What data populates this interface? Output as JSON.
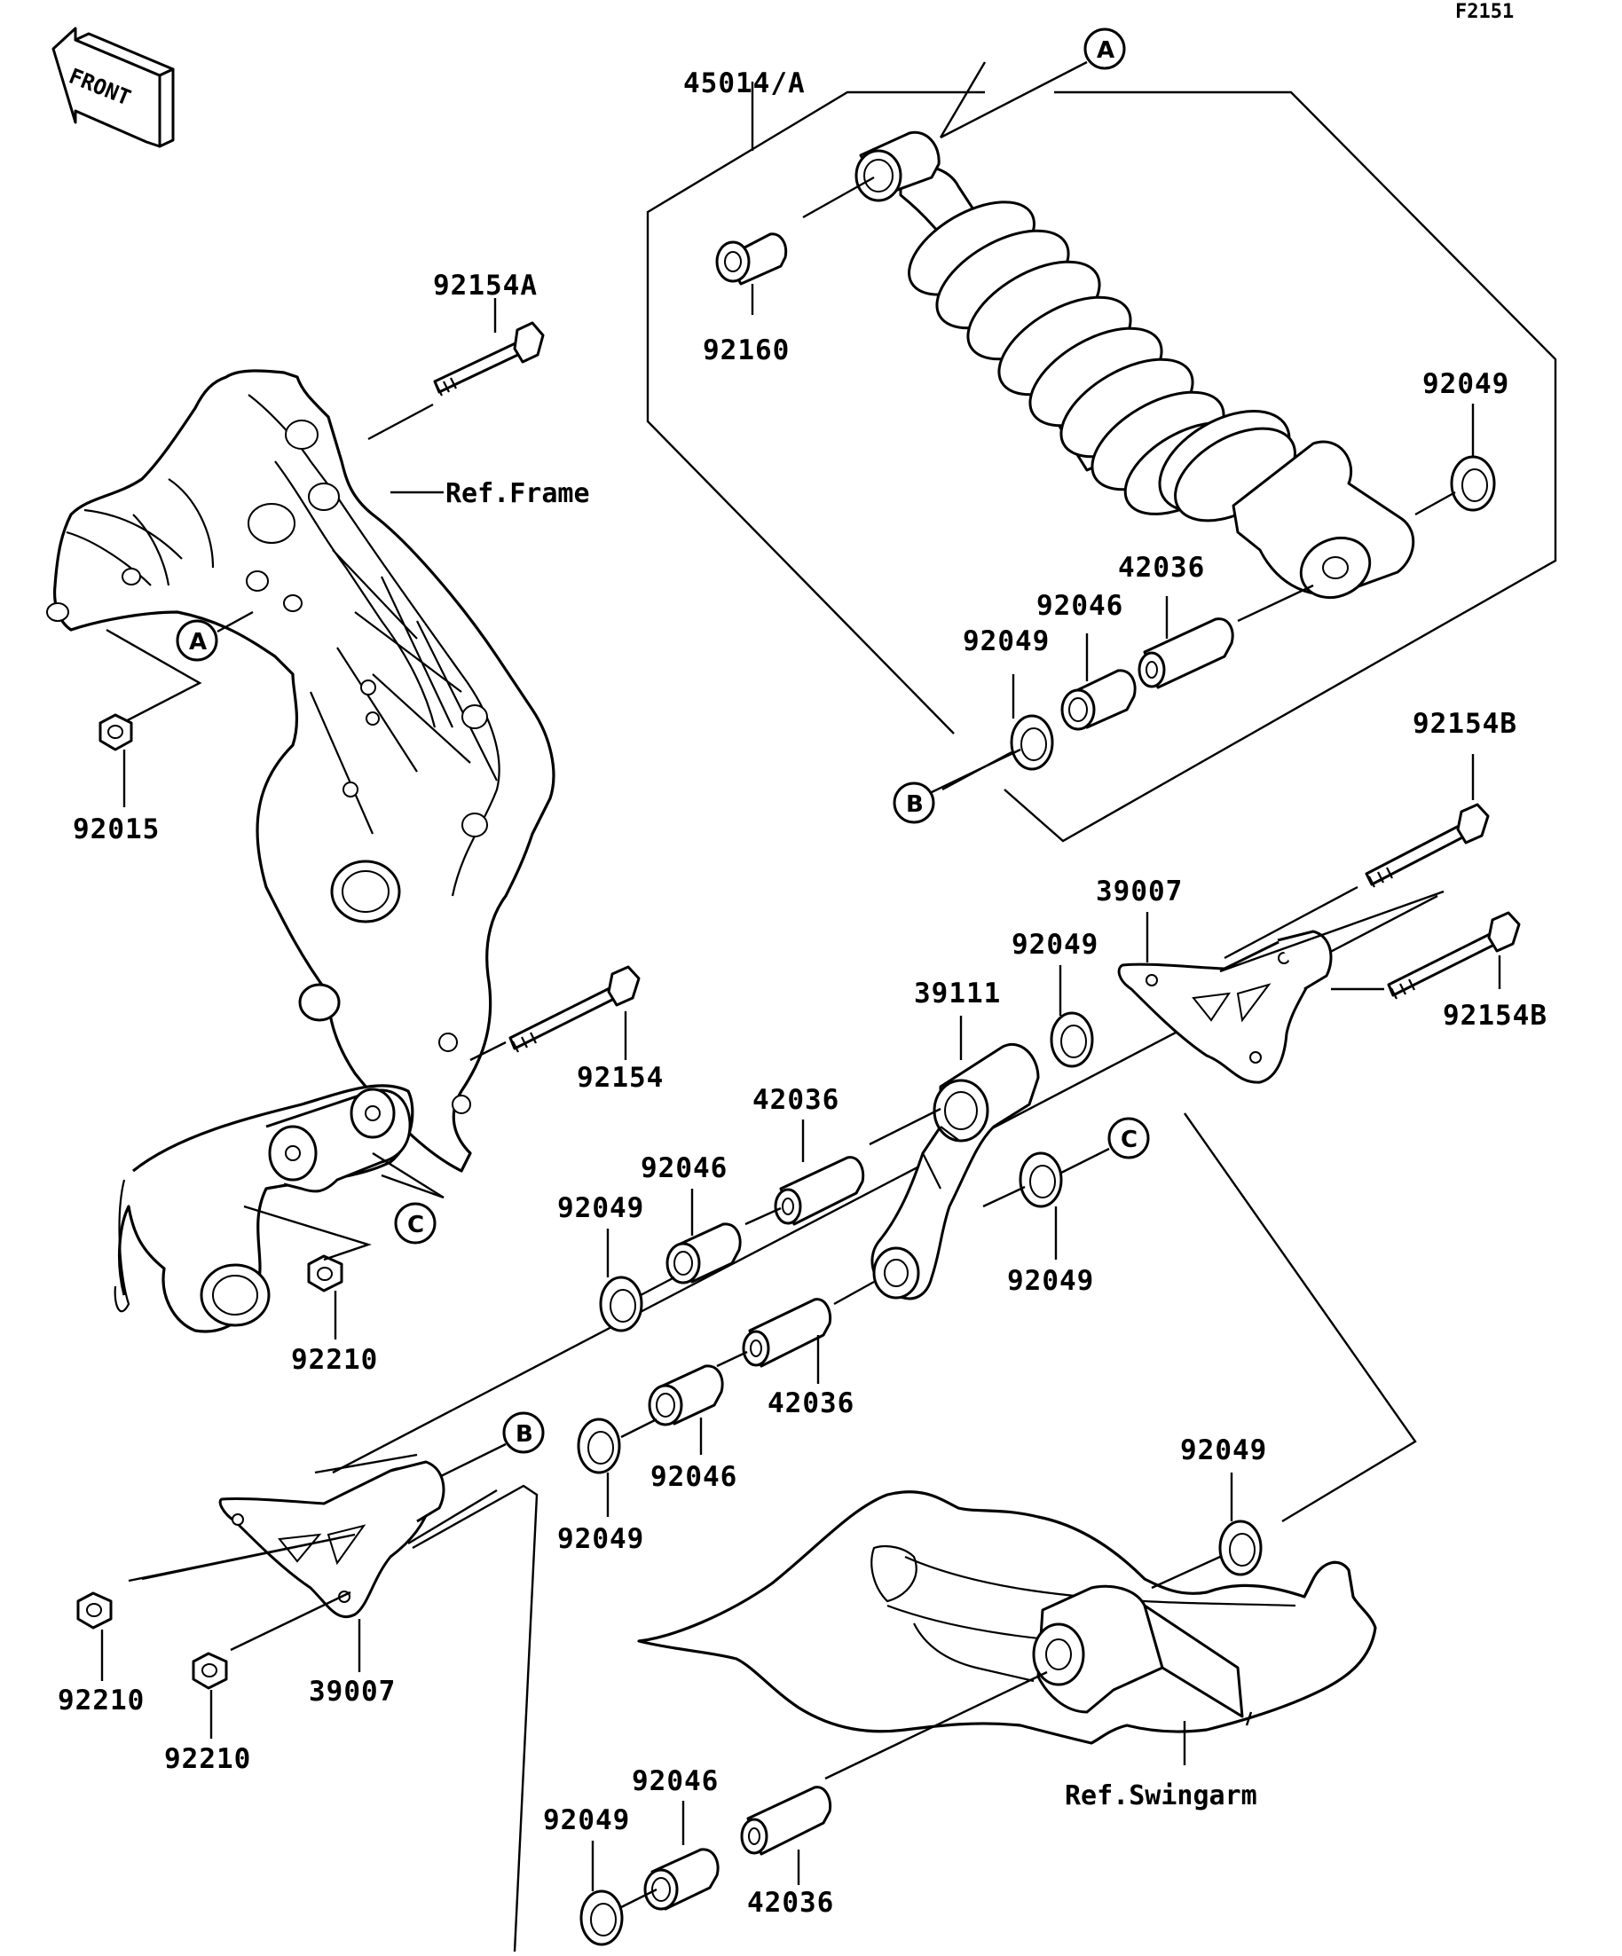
{
  "figure_code": "F2151",
  "front_marker": "FRONT",
  "refs": {
    "frame": "Ref.Frame",
    "swingarm": "Ref.Swingarm"
  },
  "callouts": {
    "a": "A",
    "b": "B",
    "c": "C"
  },
  "parts": {
    "shock_assembly": "45014/A",
    "bolt_a": "92154A",
    "bolt": "92154",
    "bolt_b": "92154B",
    "nut": "92015",
    "collar_92160": "92160",
    "nut_92210": "92210",
    "oil_seal": "92049",
    "bearing": "92046",
    "sleeve": "42036",
    "rod_tie": "39007",
    "rocker_arm": "39111"
  }
}
